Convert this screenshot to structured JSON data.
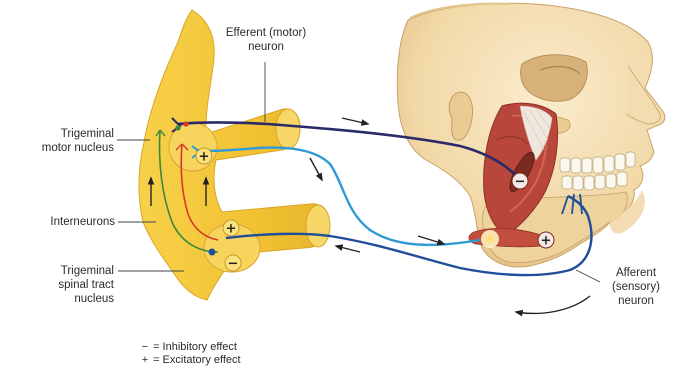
{
  "labels": {
    "efferent": [
      "Efferent (motor)",
      "neuron"
    ],
    "trigeminal_motor": [
      "Trigeminal",
      "motor nucleus"
    ],
    "interneurons": "Interneurons",
    "trigeminal_spinal": [
      "Trigeminal",
      "spinal tract",
      "nucleus"
    ],
    "afferent": [
      "Afferent",
      "(sensory)",
      "neuron"
    ]
  },
  "signs": {
    "plus": "+",
    "minus": "−"
  },
  "legend": [
    {
      "symbol": "−",
      "text": "= Inhibitory effect"
    },
    {
      "symbol": "+",
      "text": "= Excitatory effect"
    }
  ],
  "colors": {
    "brainstem": "#f3c83a",
    "skull": "#f4deb2",
    "muscle": "#b8463a",
    "efferent_neuron": "#2a2a6a",
    "afferent_light": "#2e9bd6",
    "afferent_dark": "#1f4e9a",
    "interneuron_red": "#d63a2a",
    "interneuron_green": "#3a8a3a"
  }
}
